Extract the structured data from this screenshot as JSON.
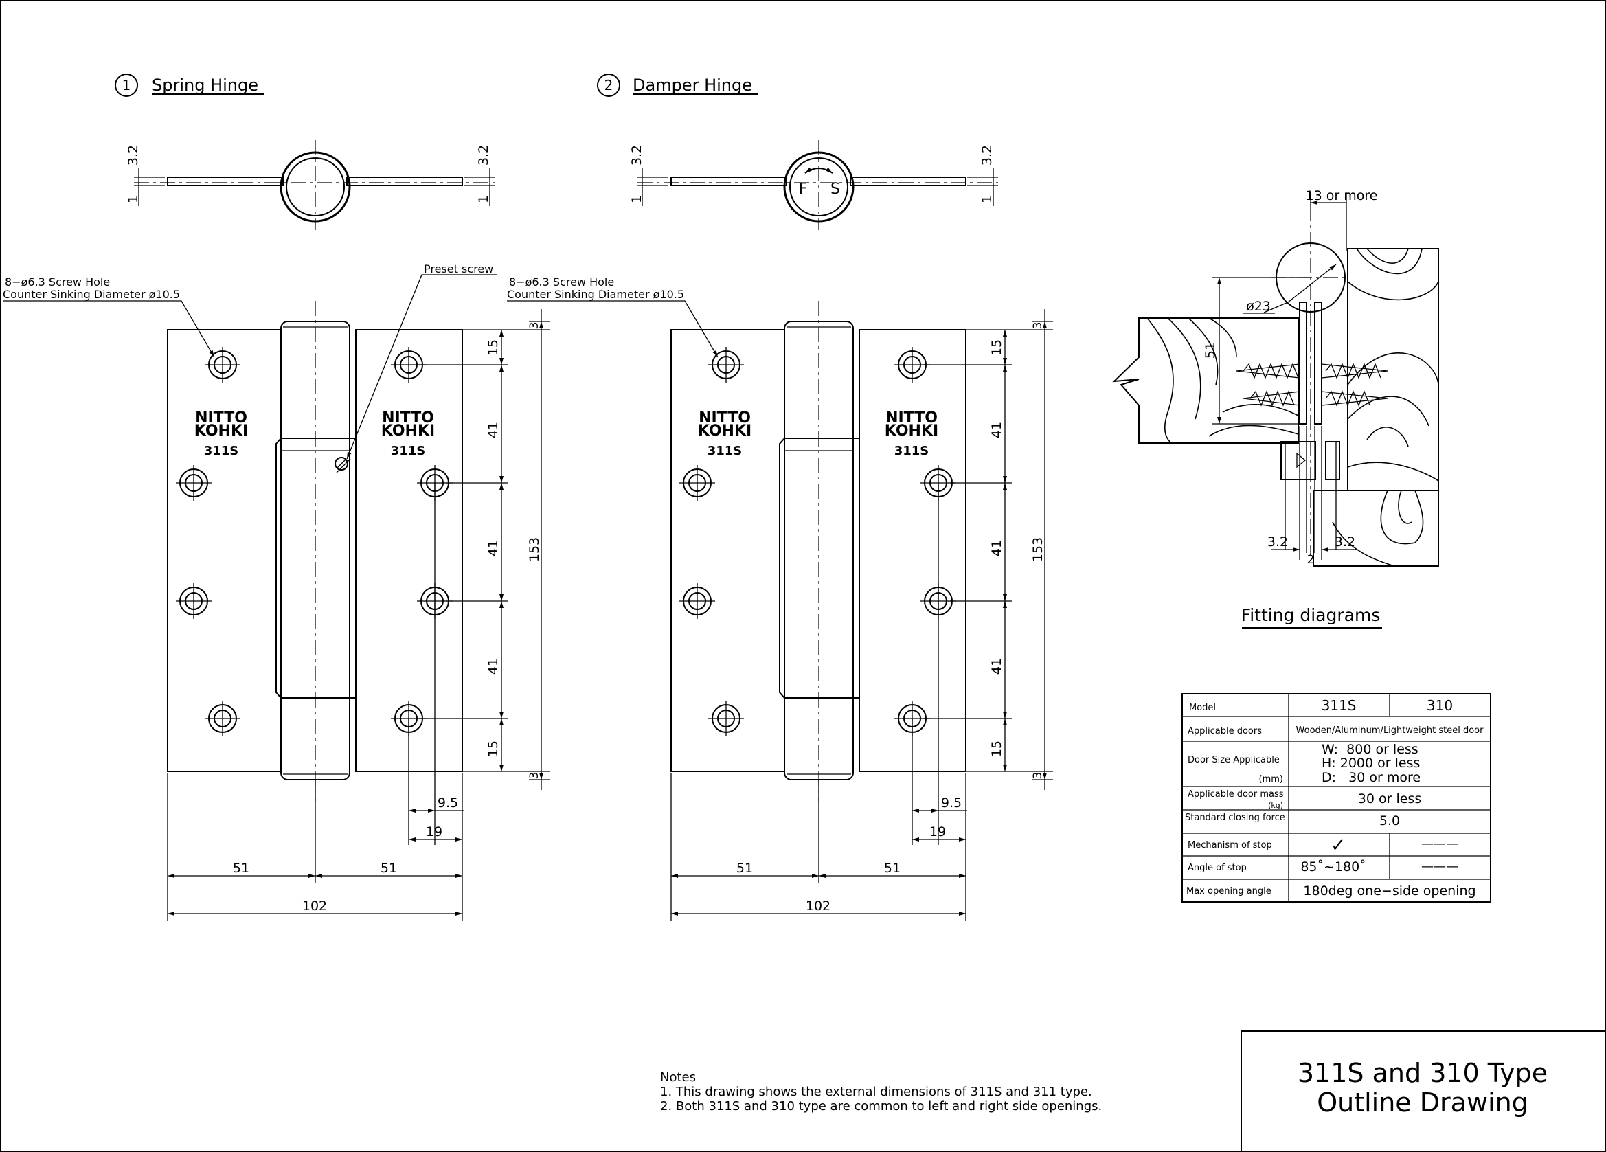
{
  "views": {
    "spring": {
      "number": "1",
      "title": "Spring Hinge",
      "screw_note_1": "8−ø6.3 Screw Hole",
      "screw_note_2": "Counter Sinking Diameter ø10.5",
      "preset": "Preset screw"
    },
    "damper": {
      "number": "2",
      "title": "Damper Hinge",
      "screw_note_1": "8−ø6.3 Screw Hole",
      "screw_note_2": "Counter Sinking Diameter ø10.5",
      "fast": "F",
      "slow": "S"
    }
  },
  "logo": {
    "line1": "NITTO",
    "line2": "KOHKI",
    "model": "311S"
  },
  "dims": {
    "thick": "3.2",
    "one": "1",
    "edge": "3",
    "top": "15",
    "pitch": "41",
    "bottom": "15",
    "height": "153",
    "hole_offset": "9.5",
    "hole_x": "19",
    "half": "51",
    "width": "102"
  },
  "fitting": {
    "title": "Fitting diagrams",
    "gap": "13 or more",
    "dia": "ø23",
    "depth": "51",
    "left_t": "3.2",
    "right_t": "3.2",
    "clear": "2"
  },
  "spec_table": {
    "headers": [
      "Model",
      "311S",
      "310"
    ],
    "rows": [
      {
        "label": "Applicable doors",
        "value": "Wooden/Aluminum/Lightweight steel door"
      },
      {
        "label": "Door Size Applicable",
        "unit": "(mm)",
        "lines": [
          "W:  800 or less",
          "H: 2000 or less",
          "D:   30 or more"
        ]
      },
      {
        "label": "Applicable door mass",
        "unit": "(kg)",
        "value": "30 or less"
      },
      {
        "label": "Standard closing force",
        "value": "5.0"
      },
      {
        "label": "Mechanism of stop",
        "v311": "✓",
        "v310": "———"
      },
      {
        "label": "Angle of stop",
        "v311": "85˚~180˚",
        "v310": "———"
      },
      {
        "label": "Max opening angle",
        "value": "180deg one−side opening"
      }
    ]
  },
  "notes": {
    "heading": "Notes",
    "line1": "1. This drawing shows the external dimensions of 311S and 311 type.",
    "line2": "2. Both 311S and 310 type are common to left and right side openings."
  },
  "title_block": {
    "line1": "311S and 310 Type",
    "line2": "Outline Drawing"
  }
}
